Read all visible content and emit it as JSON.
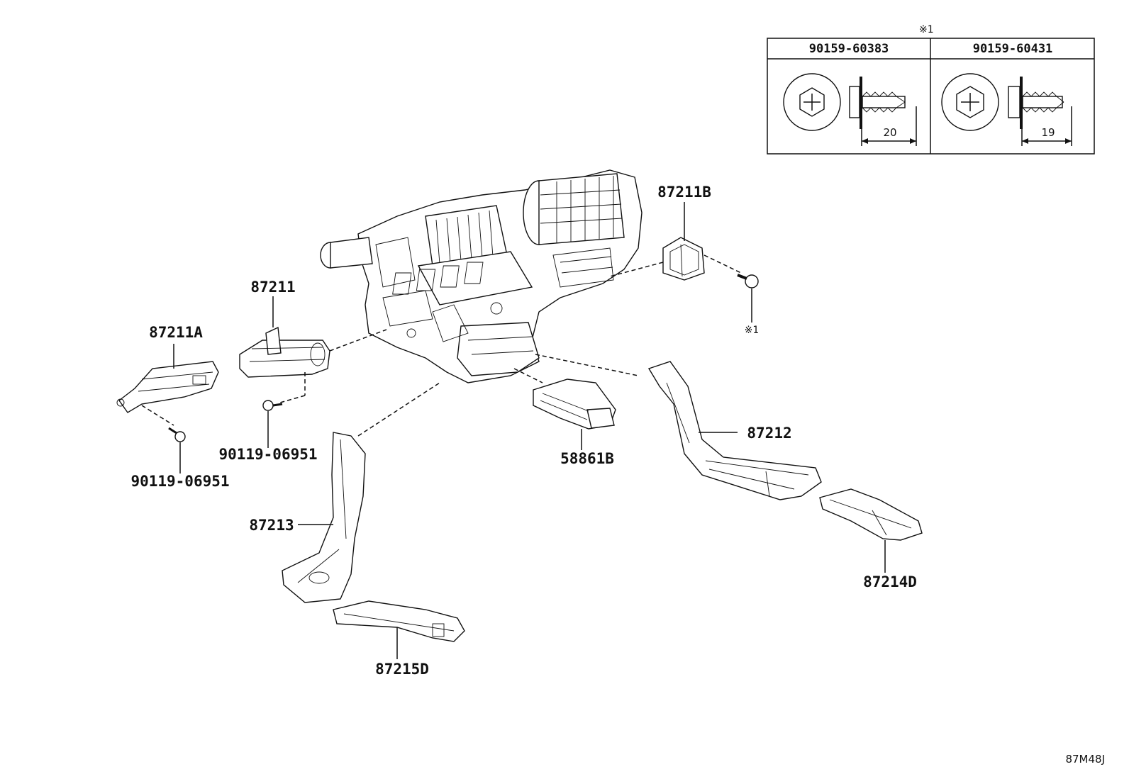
{
  "legend": {
    "marker": "※1",
    "columns": [
      {
        "part": "90159-60383",
        "dimension": "20"
      },
      {
        "part": "90159-60431",
        "dimension": "19"
      }
    ]
  },
  "labels": {
    "p87211B": "87211B",
    "p87211": "87211",
    "p87211A": "87211A",
    "bolt_marker": "※1",
    "screw_mid": "90119-06951",
    "screw_left": "90119-06951",
    "p58861B": "58861B",
    "p87212": "87212",
    "p87213": "87213",
    "p87214D": "87214D",
    "p87215D": "87215D"
  },
  "diagram_code": "87M48J"
}
